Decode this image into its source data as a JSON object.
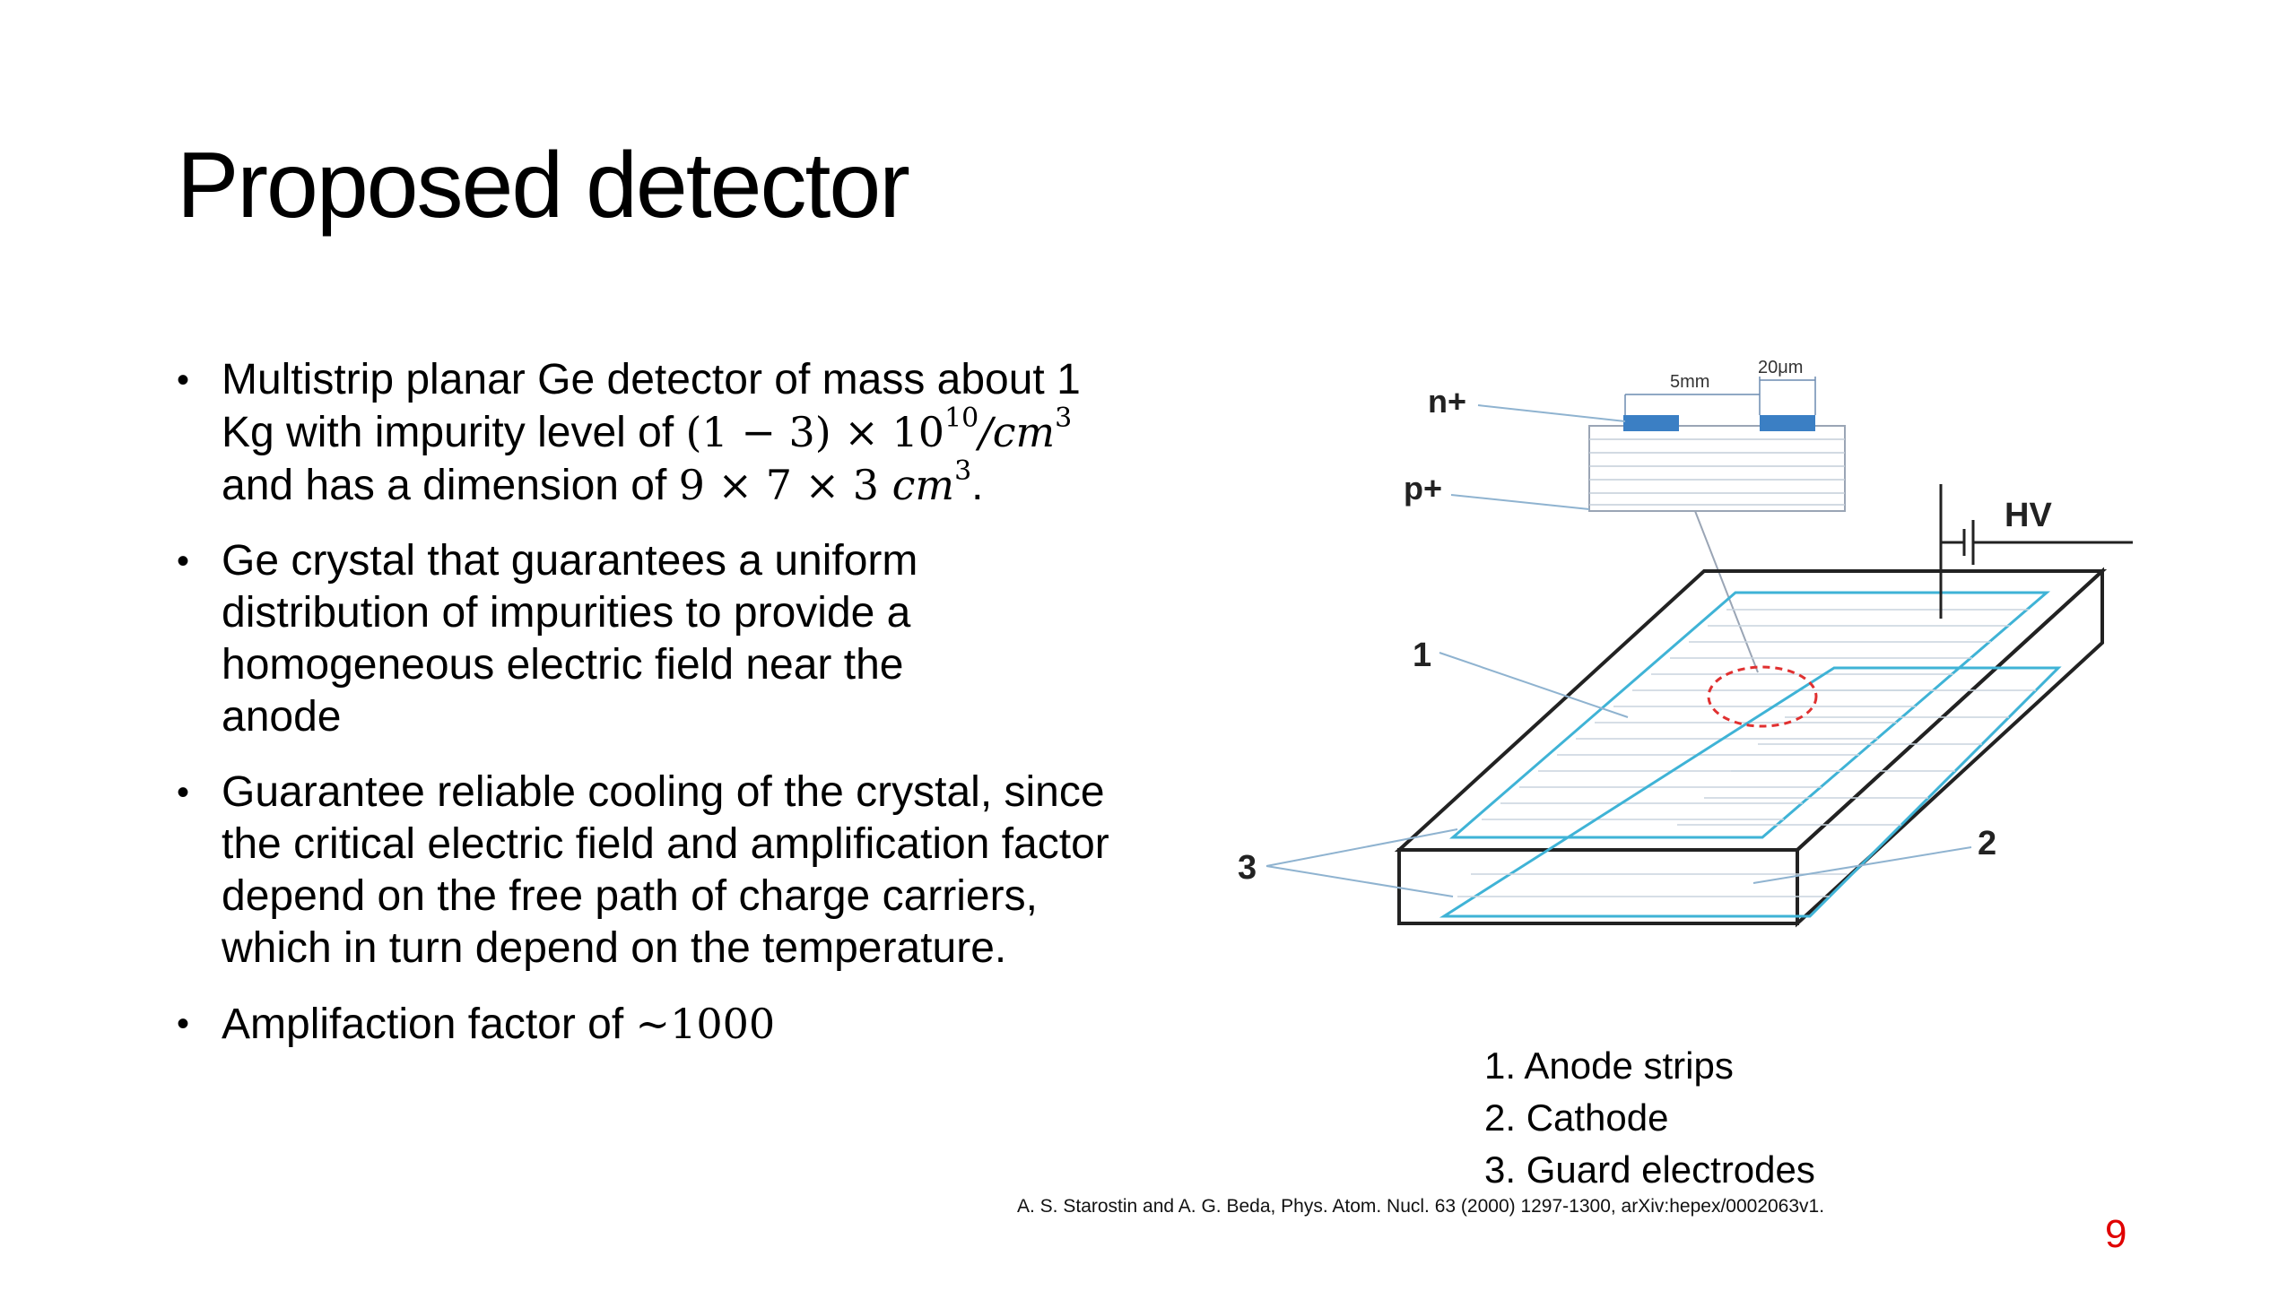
{
  "slide": {
    "title": "Proposed detector",
    "bullets": [
      {
        "line1": "Multistrip planar Ge detector of mass about 1",
        "line2_text": "Kg with impurity level of ",
        "line2_math": "(1 − 3) × 10",
        "line2_exp": "10",
        "line2_unit": "/cm",
        "line2_unit_exp": "3",
        "line3_text": "and has a dimension of ",
        "line3_math": "9 × 7 × 3 ",
        "line3_unit": "cm",
        "line3_unit_exp": "3",
        "line3_end": "."
      },
      {
        "text": "Ge crystal that guarantees a uniform distribution of impurities to provide a homogeneous electric field near the anode"
      },
      {
        "text": "Guarantee reliable cooling of the crystal, since the critical electric field and amplification factor depend on the free path of charge carriers, which in turn depend on the temperature."
      },
      {
        "text": "Amplifaction factor of ",
        "math": "~1000"
      }
    ],
    "diagram": {
      "labels": {
        "n_plus": "n+",
        "p_plus": "p+",
        "dim_5mm": "5mm",
        "dim_20um": "20μm",
        "hv": "HV",
        "label_1": "1",
        "label_2": "2",
        "label_3": "3"
      },
      "colors": {
        "outline": "#222222",
        "electrode": "#3fb3d6",
        "strip_fill": "#3b7fc4",
        "focus_circle": "#e03030",
        "leader": "#8fb3d0"
      }
    },
    "legend": [
      "1. Anode strips",
      "2. Cathode",
      "3. Guard electrodes"
    ],
    "citation": "A. S. Starostin and A. G. Beda, Phys. Atom. Nucl. 63 (2000) 1297-1300, arXiv:hepex/0002063v1.",
    "page_number": "9"
  }
}
